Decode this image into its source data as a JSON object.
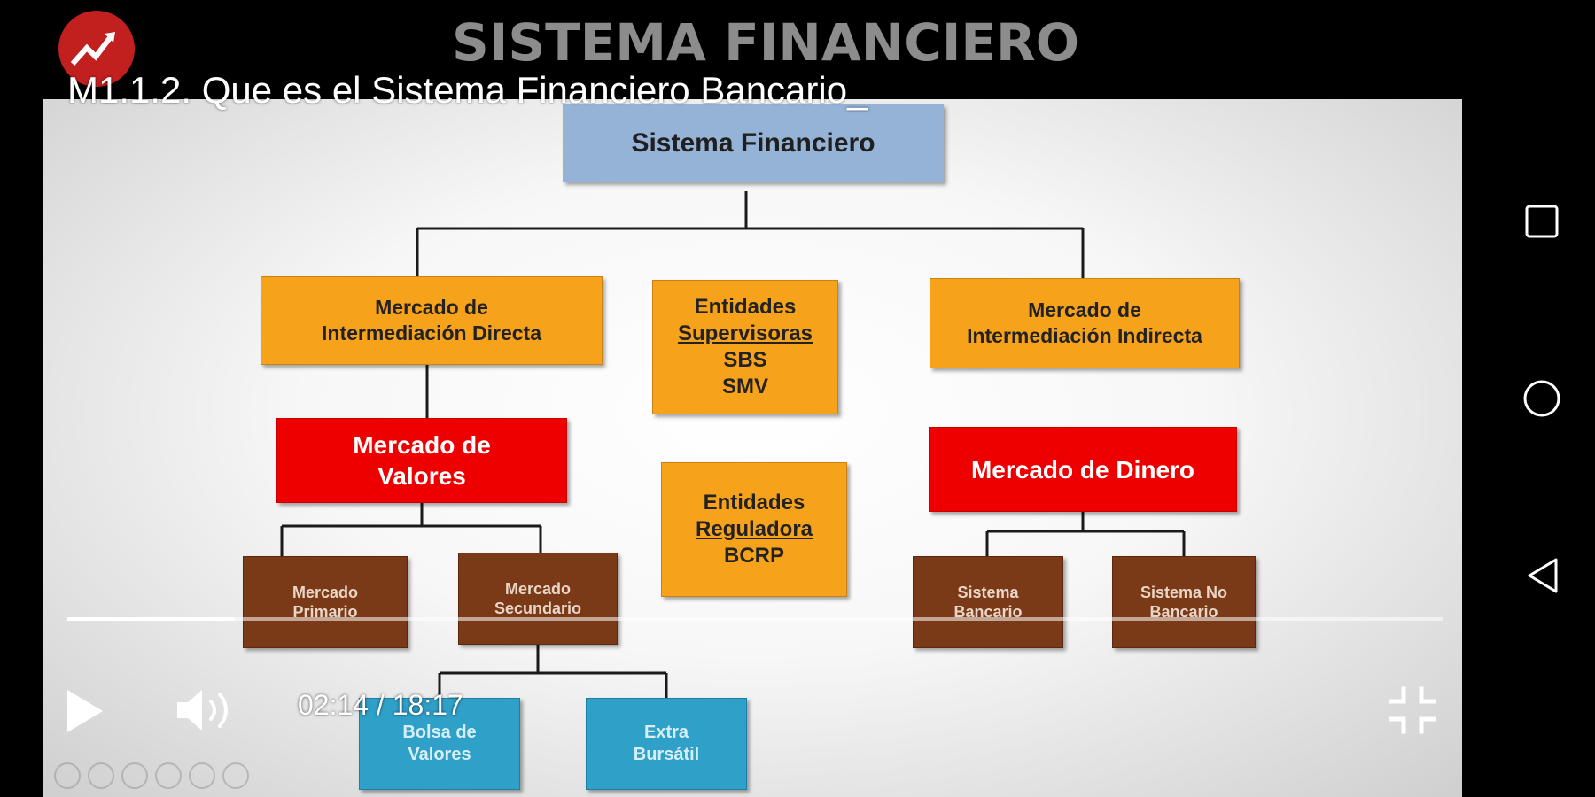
{
  "video": {
    "title": "M1.1.2. Que es el Sistema Financiero Bancario_",
    "slide_title": "SISTEMA FINANCIERO",
    "current_time": "02:14",
    "separator": "/",
    "duration": "18:17",
    "progress_fraction": 0.122
  },
  "diagram": {
    "root": "Sistema Financiero",
    "directo": [
      "Mercado de",
      "Intermediación Directa"
    ],
    "supervisoras": {
      "line1": "Entidades",
      "line2": "Supervisoras",
      "line3": "SBS",
      "line4": "SMV"
    },
    "indirecto": [
      "Mercado de",
      "Intermediación Indirecta"
    ],
    "valores": [
      "Mercado de",
      "Valores"
    ],
    "reguladora": {
      "line1": "Entidades",
      "line2": "Reguladora",
      "line3": "BCRP"
    },
    "dinero": "Mercado de Dinero",
    "primario": [
      "Mercado",
      "Primario"
    ],
    "secundario": [
      "Mercado",
      "Secundario"
    ],
    "bancario": [
      "Sistema",
      "Bancario"
    ],
    "no_bancario": [
      "Sistema No",
      "Bancario"
    ],
    "bolsa": [
      "Bolsa de",
      "Valores"
    ],
    "extra": [
      "Extra",
      "Bursátil"
    ]
  },
  "icons": {
    "play": "play-icon",
    "volume": "volume-icon",
    "fullscreen_exit": "fullscreen-exit-icon",
    "nav_recents": "square-icon",
    "nav_home": "circle-icon",
    "nav_back": "triangle-back-icon"
  },
  "colors": {
    "root": "#95b3d7",
    "orange": "#f7a21b",
    "red": "#ee0000",
    "brown": "#7b3a17",
    "cyan": "#2fa0c8"
  }
}
